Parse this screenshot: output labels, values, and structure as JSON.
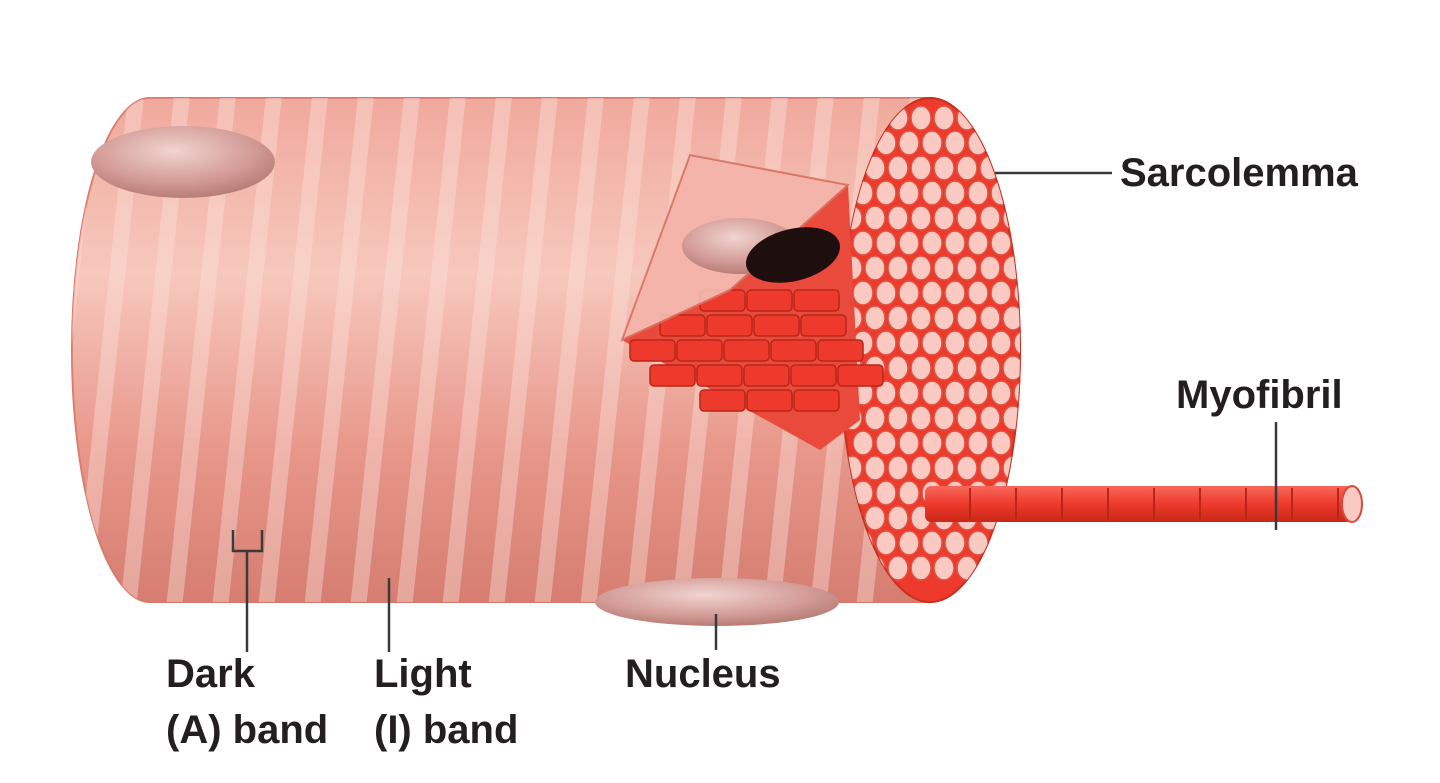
{
  "labels": {
    "sarcolemma": "Sarcolemma",
    "myofibril": "Myofibril",
    "nucleus": "Nucleus",
    "dark_band_line1": "Dark",
    "dark_band_line2": "(A) band",
    "light_band_line1": "Light",
    "light_band_line2": "(I) band"
  },
  "colors": {
    "muscle_base": "#e8978a",
    "muscle_light": "#f6cabf",
    "muscle_dark": "#cf6f62",
    "myofibril_red": "#ee3a2c",
    "myofibril_end": "#f9c9c2",
    "nucleus": "#c98c86",
    "label_text": "#231f20"
  }
}
